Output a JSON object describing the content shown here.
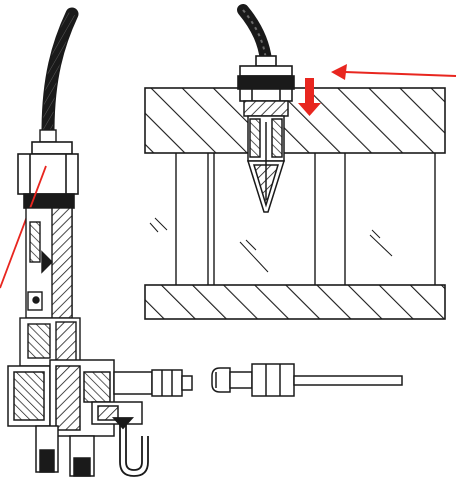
{
  "illustration": {
    "ink_color": "#1a1a1a",
    "paper_color": "#ffffff",
    "pointer_color": "#e8261f",
    "parts": [
      "sensor-cable-left",
      "hex-nut-left",
      "sensor-body-sectioned",
      "valve-block",
      "u-tube",
      "sensor-cable-top",
      "hex-nut-top",
      "probe-tip",
      "hatched-wall-top",
      "hatched-wall-bottom",
      "glass-chamber",
      "compression-fitting",
      "red-pointer-arrow-top",
      "red-pointer-line-left",
      "red-down-arrow"
    ]
  }
}
